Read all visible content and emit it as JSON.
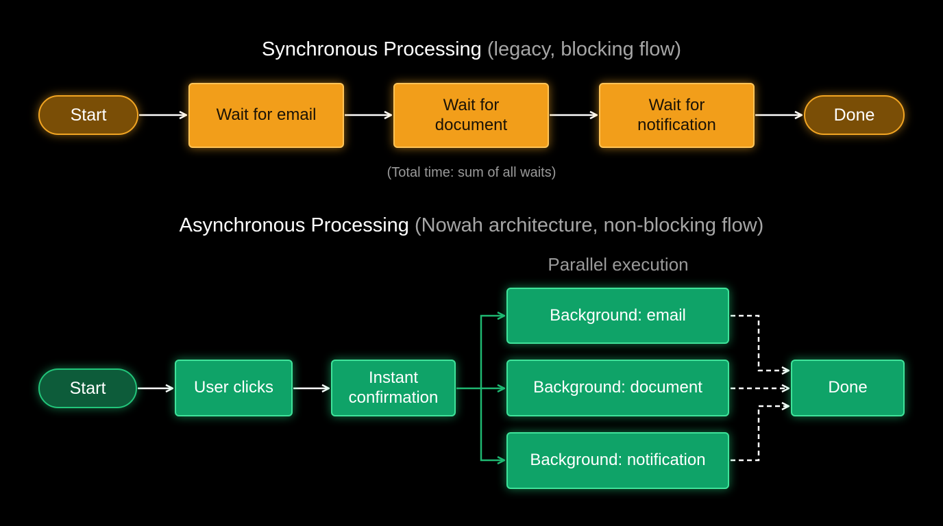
{
  "sync": {
    "title": "Synchronous Processing",
    "note": "(legacy, blocking flow)",
    "nodes": {
      "start": "Start",
      "email": [
        "Wait for email"
      ],
      "document": [
        "Wait for",
        "document"
      ],
      "notification": [
        "Wait for",
        "notification"
      ],
      "done": "Done"
    },
    "total_time": "(Total time: sum of all waits)"
  },
  "async": {
    "title": "Asynchronous Processing",
    "note": "(Nowah architecture, non-blocking flow)",
    "parallel_label": "Parallel execution",
    "nodes": {
      "start": "Start",
      "user_clicks": "User clicks",
      "instant_confirmation": [
        "Instant",
        "confirmation"
      ],
      "bg_email": "Background: email",
      "bg_document": "Background: document",
      "bg_notification": "Background: notification",
      "done": "Done"
    }
  },
  "colors": {
    "background": "#000000",
    "sync_accent": "#f29e1a",
    "async_accent": "#0fa368",
    "arrow": "#ffffff",
    "muted_text": "#9a9a9a"
  }
}
